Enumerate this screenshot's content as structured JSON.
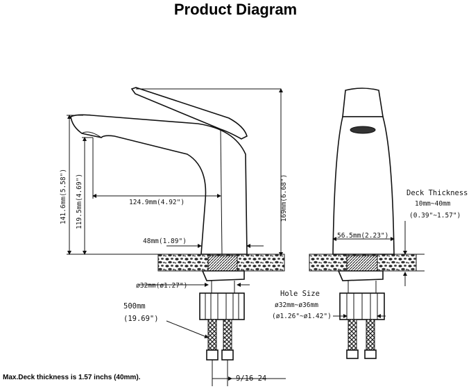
{
  "title": "Product Diagram",
  "footer_note": "Max.Deck thickness is 1.57 inchs (40mm).",
  "front_view": {
    "dim_height_total": "169mm(6.68\")",
    "dim_height_spout": "141.6mm(5.58\")",
    "dim_height_outlet": "119.5mm(4.69\")",
    "dim_reach": "124.9mm(4.92\")",
    "dim_base": "48mm(1.89\")",
    "dim_shank": "ø32mm(ø1.27\")",
    "hose_length_mm": "500mm",
    "hose_length_in": "(19.69\")",
    "connector": "9/16-24"
  },
  "side_view": {
    "deck_label": "Deck Thickness",
    "deck_mm": "10mm~40mm",
    "deck_in": "(0.39\"~1.57\")",
    "dim_base": "56.5mm(2.23\")",
    "hole_label": "Hole Size",
    "hole_mm": "ø32mm~ø36mm",
    "hole_in": "(ø1.26\"~ø1.42\")"
  }
}
